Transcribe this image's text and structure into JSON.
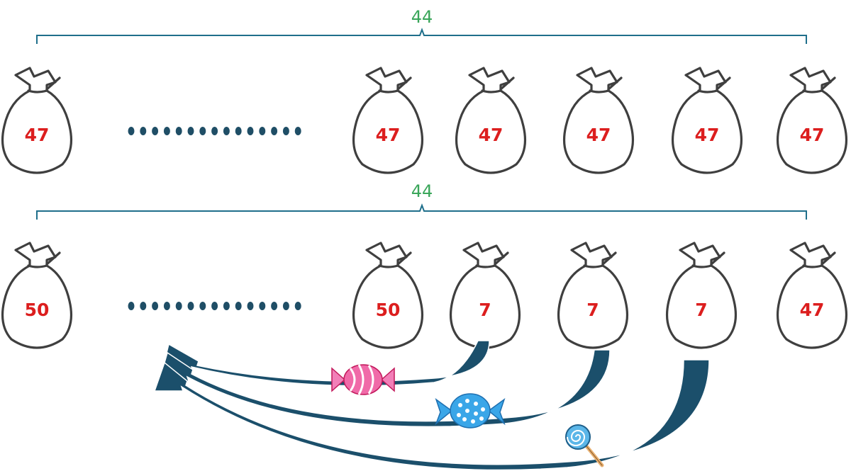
{
  "accent_colors": {
    "number": "#dc1e1e",
    "brace": "#1f6f8b",
    "brace_label": "#3aa65a",
    "dots": "#1f4e66",
    "arrow": "#1b4f6b"
  },
  "row1": {
    "brace_label": "44",
    "bags": [
      "47",
      "47",
      "47",
      "47",
      "47",
      "47"
    ]
  },
  "row2": {
    "brace_label": "44",
    "bags": [
      "50",
      "50",
      "7",
      "7",
      "7",
      "47"
    ]
  },
  "candies": [
    "pink-wrapped-candy-icon",
    "blue-polka-dot-candy-icon",
    "lollipop-icon"
  ]
}
